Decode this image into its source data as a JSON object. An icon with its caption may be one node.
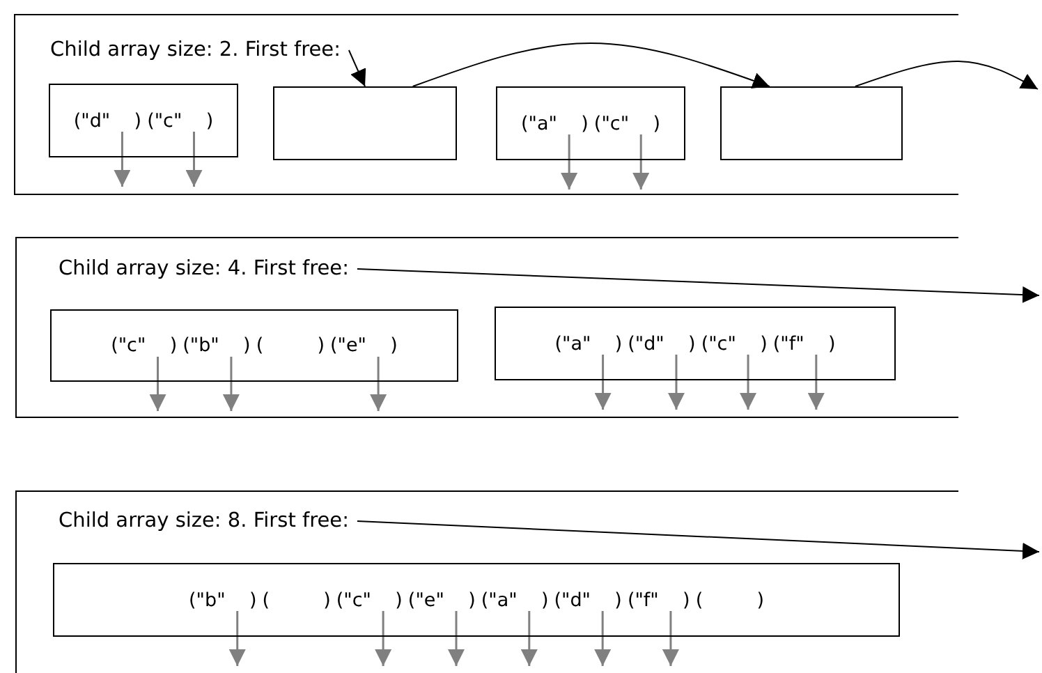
{
  "diagram": {
    "nodes": [
      {
        "text": [],
        "shape": "box"
      },
      {
        "text": [
          "Child array size: 2. First free:"
        ],
        "in": 0
      },
      {
        "text": [],
        "shape": "box",
        "in": 0
      },
      {
        "text": [
          "(\"d\"    )"
        ],
        "in": 2
      },
      {
        "text": [
          "(\"c\"    )"
        ],
        "in": 2
      },
      {
        "text": [],
        "shape": "box",
        "in": 0
      },
      {
        "text": [],
        "shape": "box",
        "in": 0
      },
      {
        "text": [
          "(\"a\"    )"
        ],
        "in": 6
      },
      {
        "text": [
          "(\"c\"    )"
        ],
        "in": 6
      },
      {
        "text": [],
        "shape": "box",
        "in": 0
      },
      {
        "text": [],
        "shape": "box"
      },
      {
        "text": [
          "Child array size: 4. First free:"
        ],
        "in": 10
      },
      {
        "text": [],
        "shape": "box",
        "in": 10
      },
      {
        "text": [
          "(\"c\"    )"
        ],
        "in": 12
      },
      {
        "text": [
          "(\"b\"    )"
        ],
        "in": 12
      },
      {
        "text": [
          "(         )"
        ],
        "in": 12
      },
      {
        "text": [
          "(\"e\"    )"
        ],
        "in": 12
      },
      {
        "text": [],
        "shape": "box",
        "in": 10
      },
      {
        "text": [
          "(\"a\"    )"
        ],
        "in": 17
      },
      {
        "text": [
          "(\"d\"    )"
        ],
        "in": 17
      },
      {
        "text": [
          "(\"c\"    )"
        ],
        "in": 17
      },
      {
        "text": [
          "(\"f\"    )"
        ],
        "in": 17
      },
      {
        "text": [],
        "shape": "box"
      },
      {
        "text": [
          "Child array size: 8. First free:"
        ],
        "in": 22
      },
      {
        "text": [],
        "shape": "box",
        "in": 22
      },
      {
        "text": [
          "(\"b\"    )"
        ],
        "in": 24
      },
      {
        "text": [
          "(         )"
        ],
        "in": 24
      },
      {
        "text": [
          "(\"c\"    )"
        ],
        "in": 24
      },
      {
        "text": [
          "(\"e\"    )"
        ],
        "in": 24
      },
      {
        "text": [
          "(\"a\"    )"
        ],
        "in": 24
      },
      {
        "text": [
          "(\"d\"    )"
        ],
        "in": 24
      },
      {
        "text": [
          "(\"f\"    )"
        ],
        "in": 24
      },
      {
        "text": [
          "(         )"
        ],
        "in": 24
      }
    ],
    "edges": [
      {
        "from": 1,
        "to": 5,
        "arrow": "to",
        "color": "#000000"
      },
      {
        "from": 5,
        "to": 9,
        "arrow": "to",
        "color": "#000000"
      },
      {
        "from": 9,
        "to": null,
        "arrow": "to",
        "color": "#000000"
      },
      {
        "from": 3,
        "to": null,
        "arrow": "to"
      },
      {
        "from": 4,
        "to": null,
        "arrow": "to"
      },
      {
        "from": 7,
        "to": null,
        "arrow": "to"
      },
      {
        "from": 8,
        "to": null,
        "arrow": "to"
      },
      {
        "from": 11,
        "to": null,
        "arrow": "to",
        "color": "#000000"
      },
      {
        "from": 13,
        "to": null,
        "arrow": "to"
      },
      {
        "from": 14,
        "to": null,
        "arrow": "to"
      },
      {
        "from": 16,
        "to": null,
        "arrow": "to"
      },
      {
        "from": 18,
        "to": null,
        "arrow": "to"
      },
      {
        "from": 19,
        "to": null,
        "arrow": "to"
      },
      {
        "from": 20,
        "to": null,
        "arrow": "to"
      },
      {
        "from": 21,
        "to": null,
        "arrow": "to"
      },
      {
        "from": 23,
        "to": null,
        "arrow": "to",
        "color": "#000000"
      },
      {
        "from": 25,
        "to": null,
        "arrow": "to"
      },
      {
        "from": 27,
        "to": null,
        "arrow": "to"
      },
      {
        "from": 28,
        "to": null,
        "arrow": "to"
      },
      {
        "from": 29,
        "to": null,
        "arrow": "to"
      },
      {
        "from": 30,
        "to": null,
        "arrow": "to"
      },
      {
        "from": 31,
        "to": null,
        "arrow": "to"
      }
    ]
  }
}
